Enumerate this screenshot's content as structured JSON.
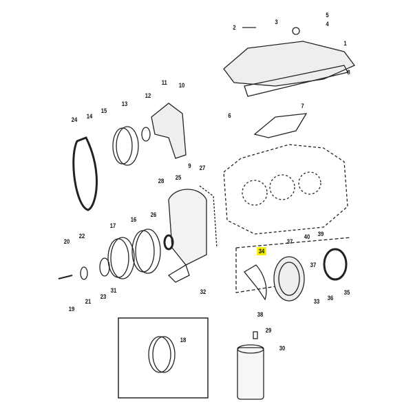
{
  "labels": [
    "1",
    "2",
    "3",
    "4",
    "5",
    "6",
    "7",
    "8",
    "9",
    "10",
    "11",
    "12",
    "13",
    "14",
    "15",
    "16",
    "17",
    "18",
    "19",
    "20",
    "21",
    "22",
    "23",
    "24",
    "25",
    "26",
    "27",
    "28",
    "29",
    "30",
    "31",
    "32",
    "33",
    "34",
    "35",
    "36",
    "37",
    "37",
    "38",
    "39",
    "40"
  ],
  "highlighted_part": "34",
  "highlight_color": "#f5ec00"
}
